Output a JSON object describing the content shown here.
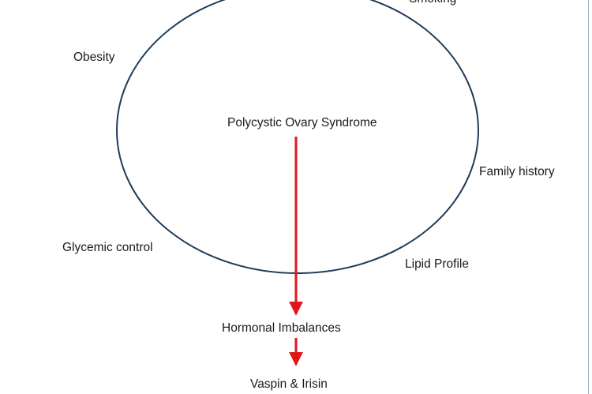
{
  "diagram": {
    "labels": {
      "smoking": "Smoking",
      "obesity": "Obesity",
      "pcos": "Polycystic Ovary Syndrome",
      "family_history": "Family history",
      "glycemic_control": "Glycemic control",
      "lipid_profile": "Lipid Profile",
      "hormonal_imbalances": "Hormonal Imbalances",
      "vaspin_irisin": "Vaspin & Irisin"
    },
    "colors": {
      "ellipse_stroke": "#1f3b5a",
      "arrow": "#e0161b",
      "text": "#1a1a1a",
      "edge_line": "#9ab3d0"
    }
  }
}
